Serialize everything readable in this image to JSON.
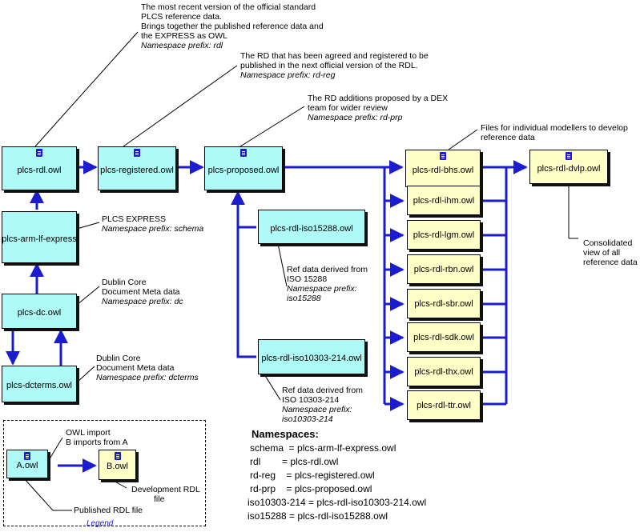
{
  "colors": {
    "line": "#1c1ccf",
    "published_fill": "#aefaf6",
    "dev_fill": "#ffffc8"
  },
  "boxes": {
    "rdl": "plcs-rdl.owl",
    "registered": "plcs-registered.owl",
    "proposed": "plcs-proposed.owl",
    "arm": "plcs-arm-lf-express",
    "dc": "plcs-dc.owl",
    "dcterms": "plcs-dcterms.owl",
    "iso15288": "plcs-rdl-iso15288.owl",
    "iso10303": "plcs-rdl-iso10303-214.owl",
    "bhs": "plcs-rdl-bhs.owl",
    "ihm": "plcs-rdl-ihm.owl",
    "lgm": "plcs-rdl-lgm.owl",
    "rbn": "plcs-rdl-rbn.owl",
    "sbr": "plcs-rdl-sbr.owl",
    "sdk": "plcs-rdl-sdk.owl",
    "thx": "plcs-rdl-thx.owl",
    "ttr": "plcs-rdl-ttr.owl",
    "dvlp": "plcs-rdl-dvlp.owl"
  },
  "notes": {
    "rdl": {
      "l1": "The most recent version of the official standard",
      "l2": "PLCS reference data.",
      "l3": "Brings together the published reference data and",
      "l4": "the EXPRESS as OWL",
      "prefix": "Namespace prefix: rdl"
    },
    "registered": {
      "l1": "The RD that has been agreed and registered to be",
      "l2": "published in the next official version of the RDL.",
      "prefix": "Namespace prefix: rd-reg"
    },
    "proposed": {
      "l1": "The RD additions proposed by a DEX",
      "l2": "team for wider review",
      "prefix": "Namespace prefix: rd-prp"
    },
    "modellers": {
      "l1": "Files for individual modellers to develop",
      "l2": "reference data"
    },
    "arm": {
      "l1": "PLCS EXPRESS",
      "prefix": "Namespace prefix: schema"
    },
    "dc": {
      "l1": "Dublin Core",
      "l2": "Document Meta data",
      "prefix": "Namespace prefix: dc"
    },
    "dcterms": {
      "l1": "Dublin Core",
      "l2": "Document Meta data",
      "prefix": "Namespace prefix: dcterms"
    },
    "iso15288": {
      "l1": "Ref data derived from",
      "l2": "ISO 15288",
      "prefix": "Namespace prefix:",
      "prefix2": "iso15288"
    },
    "iso10303": {
      "l1": "Ref data derived from",
      "l2": "ISO 10303-214",
      "prefix": "Namespace prefix:",
      "prefix2": "iso10303-214"
    },
    "consolidated": {
      "l1": "Consolidated",
      "l2": "view of all",
      "l3": "reference data"
    }
  },
  "legend": {
    "a": "A.owl",
    "b": "B.owl",
    "import_l1": "OWL import",
    "import_l2": "B imports from A",
    "dev_l1": "Development RDL",
    "dev_l2": "file",
    "published": "Published RDL file",
    "title": "Legend"
  },
  "namespaces": {
    "heading": "Namespaces:",
    "rows": [
      "schema  = plcs-arm-lf-express.owl",
      "rdl        = plcs-rdl.owl",
      "rd-reg    = plcs-registered.owl",
      "rd-prp    = plcs-proposed.owl",
      "iso10303-214 = plcs-rdl-iso10303-214.owl",
      "iso15288 = plcs-rdl-iso15288.owl"
    ]
  }
}
